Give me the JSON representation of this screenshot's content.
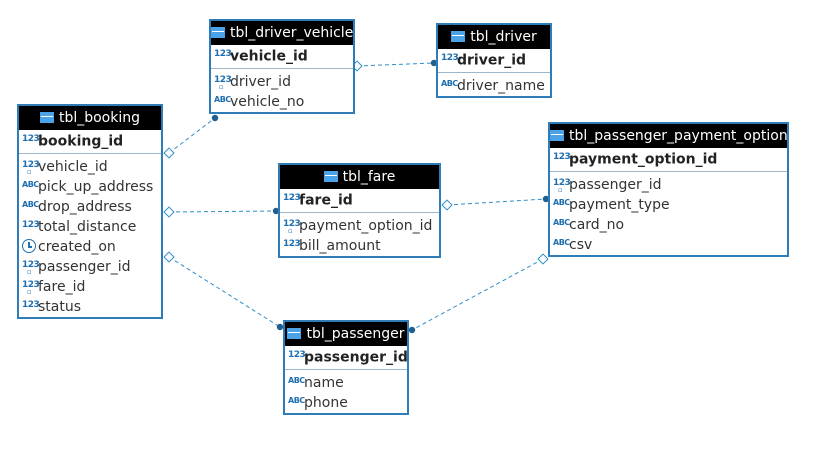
{
  "diagram": {
    "tables": [
      {
        "id": "tbl_driver_vehicle",
        "name": "tbl_driver_vehicle",
        "pk": {
          "name": "vehicle_id",
          "type": "num"
        },
        "columns": [
          {
            "name": "driver_id",
            "type": "num",
            "fk": true
          },
          {
            "name": "vehicle_no",
            "type": "abc"
          }
        ]
      },
      {
        "id": "tbl_driver",
        "name": "tbl_driver",
        "pk": {
          "name": "driver_id",
          "type": "num"
        },
        "columns": [
          {
            "name": "driver_name",
            "type": "abc"
          }
        ]
      },
      {
        "id": "tbl_booking",
        "name": "tbl_booking",
        "pk": {
          "name": "booking_id",
          "type": "num"
        },
        "columns": [
          {
            "name": "vehicle_id",
            "type": "num",
            "fk": true
          },
          {
            "name": "pick_up_address",
            "type": "abc"
          },
          {
            "name": "drop_address",
            "type": "abc"
          },
          {
            "name": "total_distance",
            "type": "num"
          },
          {
            "name": "created_on",
            "type": "time"
          },
          {
            "name": "passenger_id",
            "type": "num",
            "fk": true
          },
          {
            "name": "fare_id",
            "type": "num",
            "fk": true
          },
          {
            "name": "status",
            "type": "num"
          }
        ]
      },
      {
        "id": "tbl_fare",
        "name": "tbl_fare",
        "pk": {
          "name": "fare_id",
          "type": "num"
        },
        "columns": [
          {
            "name": "payment_option_id",
            "type": "num",
            "fk": true
          },
          {
            "name": "bill_amount",
            "type": "num"
          }
        ]
      },
      {
        "id": "tbl_passenger_payment_option",
        "name": "tbl_passenger_payment_option",
        "pk": {
          "name": "payment_option_id",
          "type": "num"
        },
        "columns": [
          {
            "name": "passenger_id",
            "type": "num",
            "fk": true
          },
          {
            "name": "payment_type",
            "type": "abc"
          },
          {
            "name": "card_no",
            "type": "abc"
          },
          {
            "name": "csv",
            "type": "abc"
          }
        ]
      },
      {
        "id": "tbl_passenger",
        "name": "tbl_passenger",
        "pk": {
          "name": "passenger_id",
          "type": "num"
        },
        "columns": [
          {
            "name": "name",
            "type": "abc"
          },
          {
            "name": "phone",
            "type": "abc"
          }
        ]
      }
    ],
    "relationships": [
      {
        "from": "tbl_driver_vehicle",
        "to": "tbl_driver"
      },
      {
        "from": "tbl_booking",
        "to": "tbl_driver_vehicle"
      },
      {
        "from": "tbl_booking",
        "to": "tbl_fare"
      },
      {
        "from": "tbl_booking",
        "to": "tbl_passenger"
      },
      {
        "from": "tbl_fare",
        "to": "tbl_passenger_payment_option"
      },
      {
        "from": "tbl_passenger_payment_option",
        "to": "tbl_passenger"
      }
    ],
    "type_icons": {
      "num": "123",
      "abc": "ABC",
      "time": "clock-icon"
    },
    "colors": {
      "border": "#2e7cb8",
      "header_bg": "#000000",
      "link": "#2e8fc8"
    }
  }
}
